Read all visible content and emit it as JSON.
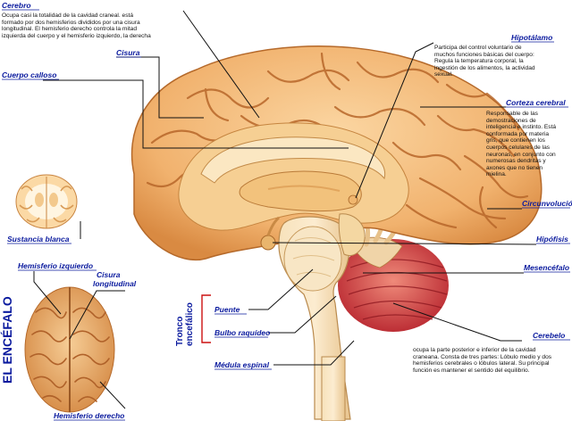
{
  "title_vertical": "EL ENCÉFALO",
  "group_label": "Tronco encefálico",
  "group_label_line1": "Tronco",
  "group_label_line2": "encefálico",
  "labels": {
    "cerebro": "Cerebro",
    "cisura": "Cisura",
    "cuerpo_calloso": "Cuerpo calloso",
    "hipotalamo": "Hipotálamo",
    "corteza_cerebral": "Corteza cerebral",
    "circunvolucion": "Circunvolución",
    "hipofisis": "Hipófisis",
    "mesencefalo": "Mesencéfalo",
    "cerebelo": "Cerebelo",
    "sustancia_blanca": "Sustancia blanca",
    "hemisferio_izquierdo": "Hemisferio izquierdo",
    "cisura_longitudinal_1": "Cisura",
    "cisura_longitudinal_2": "longitudinal",
    "puente": "Puente",
    "bulbo_raquideo": "Bulbo raquídeo",
    "medula_espinal": "Médula espinal",
    "hemisferio_derecho": "Hemisferio derecho"
  },
  "descriptions": {
    "cerebro": [
      "Ocupa casi la totalidad de la cavidad craneal. está",
      "formado por dos hemisferios divididos por una cisura",
      "longitudinal. El hemisferio derecho controla la mitad",
      "izquierda del cuerpo y el hemisferio izquierdo, la derecha"
    ],
    "hipotalamo": [
      "Participa del control voluntario de",
      "muchos funciones básicas del cuerpo:",
      "Regula la temperatura corporal, la",
      "ingestión de los alimentos, la actividad",
      "sexual."
    ],
    "corteza_cerebral": [
      "Responsable de las",
      "demostraciones de",
      "inteligencia e instinto. Está",
      "conformada por materia",
      "gris, que contienen los",
      "cuerpos celulares de las",
      "neuronas, en conjunto con",
      "numerosas dendritas y",
      "axones que no tienen",
      "mielina."
    ],
    "cerebelo": [
      "ocupa la parte posterior e inferior de la cavidad",
      "craneana. Consta de tres partes: Lóbulo medio y dos",
      "hemisferios cerebrales o lóbulos lateral. Su principal",
      "función es mantener el sentido del equilibrio."
    ]
  },
  "colors": {
    "label": "#0a1a9e",
    "leader": "#111111",
    "bracket": "#cc1111",
    "brain": "#f2b877",
    "brain_dark": "#c9742e",
    "brain_light": "#fbe3b8",
    "cerebellum": "#d9434a",
    "stem": "#f3d9a8"
  }
}
